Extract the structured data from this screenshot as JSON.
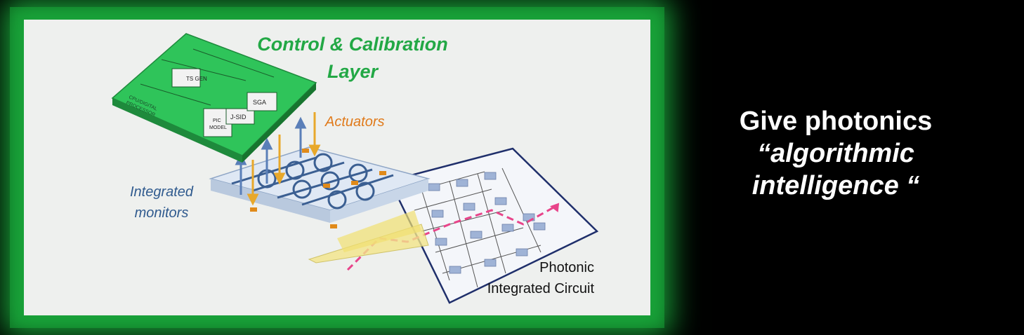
{
  "diagram": {
    "title_line1": "Control & Calibration",
    "title_line2": "Layer",
    "actuators_label": "Actuators",
    "monitors_line1": "Integrated",
    "monitors_line2": "monitors",
    "pic_line1": "Photonic",
    "pic_line2": "Integrated Circuit",
    "board_blocks": {
      "ts_gen": "TS GEN",
      "j_sid": "J-SID",
      "sga": "SGA",
      "pic_model_1": "PIC",
      "pic_model_2": "MODEL",
      "processor_1": "CPU/DIGITAL",
      "processor_2": "PROCESSOR"
    }
  },
  "tagline": {
    "line1": "Give photonics",
    "line2": "“algorithmic",
    "line3": "intelligence “"
  },
  "colors": {
    "frame_green": "#1aa43a",
    "title_green": "#22a845",
    "actuator_orange": "#e07a1a",
    "monitor_blue": "#2f5a8e",
    "board_green": "#2fc45a",
    "arrow_magenta": "#e8448a"
  }
}
